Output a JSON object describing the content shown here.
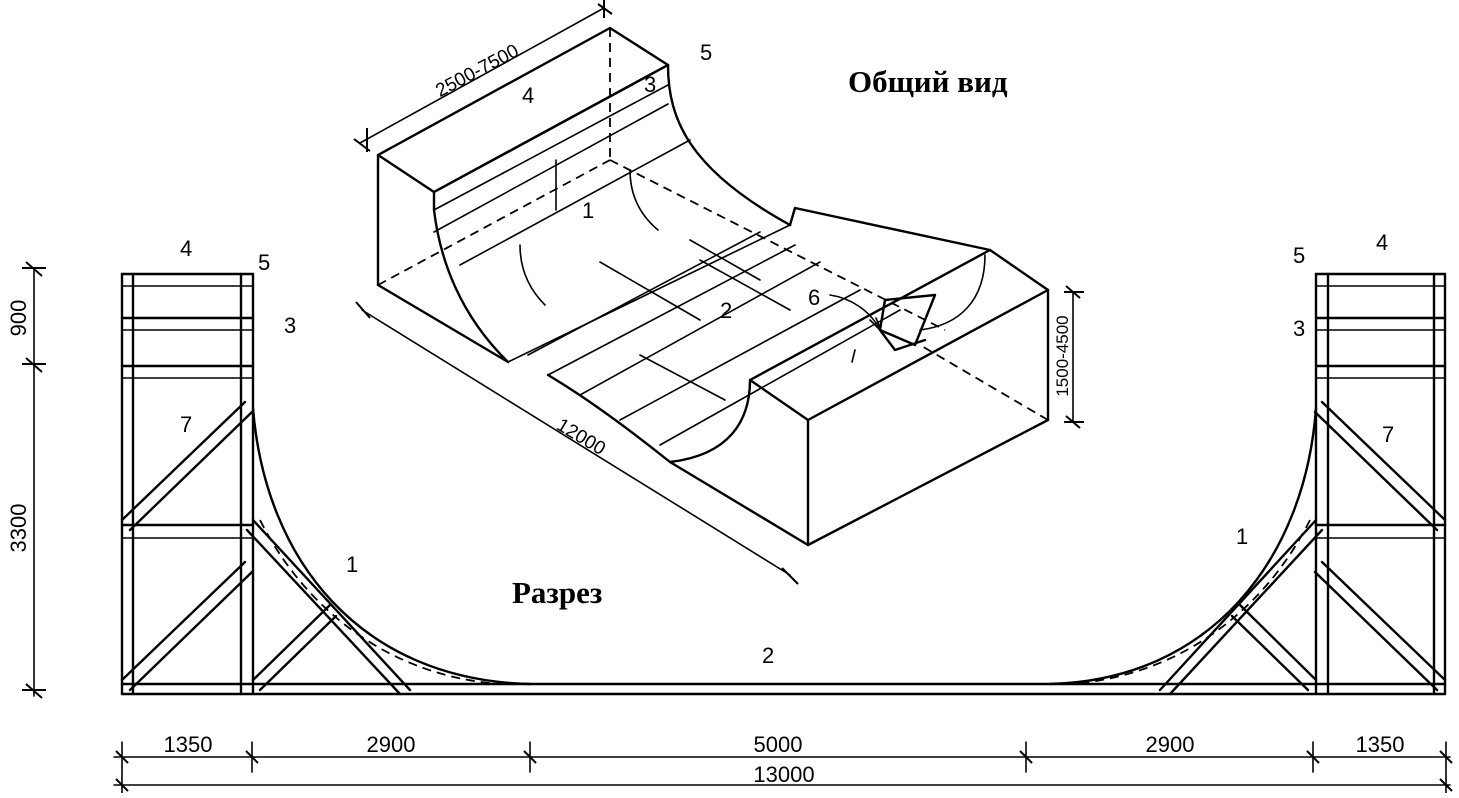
{
  "titles": {
    "general_view": "Общий вид",
    "section": "Разрез"
  },
  "iso": {
    "dim_width": "2500-7500",
    "dim_length": "12000",
    "dim_height": "1500-4500",
    "callouts": [
      "1",
      "2",
      "3",
      "4",
      "5",
      "6"
    ]
  },
  "section": {
    "left_height_top": "900",
    "left_height_main": "3300",
    "callouts_left": {
      "deck": "4",
      "coping": "5",
      "rail": "3",
      "frame": "7",
      "transition": "1"
    },
    "callouts_right": {
      "deck": "4",
      "coping": "5",
      "rail": "3",
      "frame": "7",
      "transition": "1"
    },
    "flat_label": "2",
    "bottom_dims": [
      "1350",
      "2900",
      "5000",
      "2900",
      "1350"
    ],
    "total": "13000"
  }
}
